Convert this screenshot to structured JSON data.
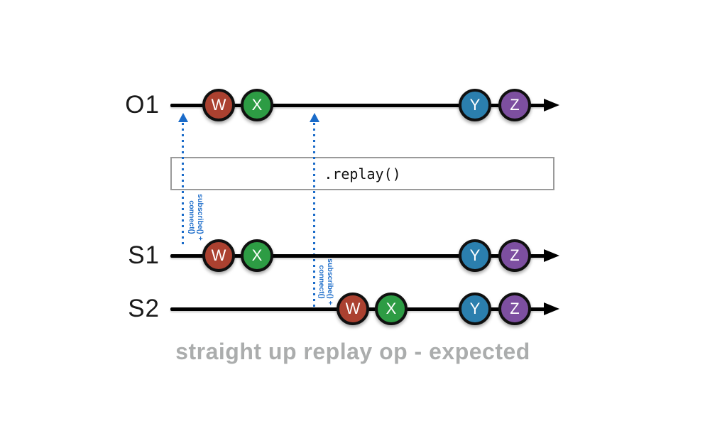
{
  "diagram": {
    "caption": "straight up replay op - expected",
    "operator_box": {
      "label": ".replay()"
    },
    "timelines": [
      {
        "label": "O1",
        "events": [
          {
            "label": "W",
            "color": "#ab4130"
          },
          {
            "label": "X",
            "color": "#2d9c44"
          },
          {
            "label": "Y",
            "color": "#2b7fae"
          },
          {
            "label": "Z",
            "color": "#7d4fa0"
          }
        ]
      },
      {
        "label": "S1",
        "events": [
          {
            "label": "W",
            "color": "#ab4130"
          },
          {
            "label": "X",
            "color": "#2d9c44"
          },
          {
            "label": "Y",
            "color": "#2b7fae"
          },
          {
            "label": "Z",
            "color": "#7d4fa0"
          }
        ]
      },
      {
        "label": "S2",
        "events": [
          {
            "label": "W",
            "color": "#ab4130"
          },
          {
            "label": "X",
            "color": "#2d9c44"
          },
          {
            "label": "Y",
            "color": "#2b7fae"
          },
          {
            "label": "Z",
            "color": "#7d4fa0"
          }
        ]
      }
    ],
    "subscribe_arrows": [
      {
        "line1": "subscribe() +",
        "line2": "connect()"
      },
      {
        "line1": "subscribe() +",
        "line2": "connect()"
      }
    ],
    "colors": {
      "event_w": "#ab4130",
      "event_x": "#2d9c44",
      "event_y": "#2b7fae",
      "event_z": "#7d4fa0",
      "arrow_blue": "#1a6bc9",
      "box_border": "#9a9a9a",
      "caption_gray": "#abadad",
      "timeline": "#000000"
    }
  }
}
